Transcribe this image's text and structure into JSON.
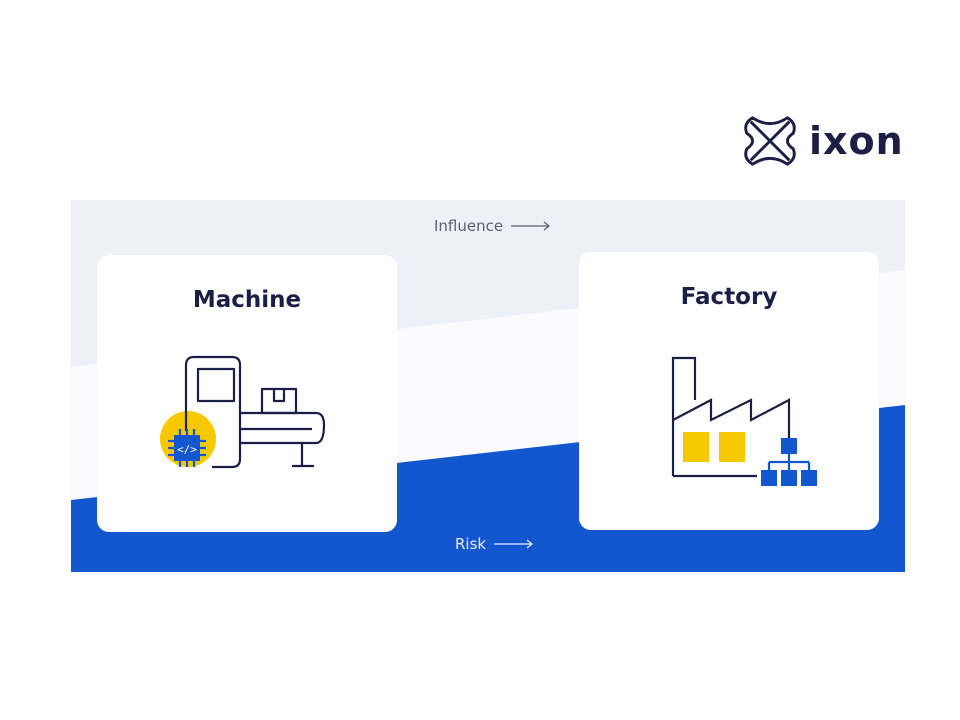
{
  "brand": {
    "logo_icon": "ixon-x-icon",
    "name": "ixon",
    "color_navy": "#1c1f45"
  },
  "diagram": {
    "top_axis": {
      "label": "Influence",
      "arrow": "right-arrow-icon"
    },
    "bottom_axis": {
      "label": "Risk",
      "arrow": "right-arrow-icon"
    },
    "cards": [
      {
        "title": "Machine",
        "illustration": "machine-conveyor-with-chip-icon"
      },
      {
        "title": "Factory",
        "illustration": "factory-with-network-hierarchy-icon"
      }
    ],
    "colors": {
      "band_gray": "#eef0f7",
      "band_white": "#fbfbfd",
      "band_blue": "#1357cf",
      "accent_yellow": "#f5c800",
      "line_navy": "#1c1f45"
    }
  }
}
